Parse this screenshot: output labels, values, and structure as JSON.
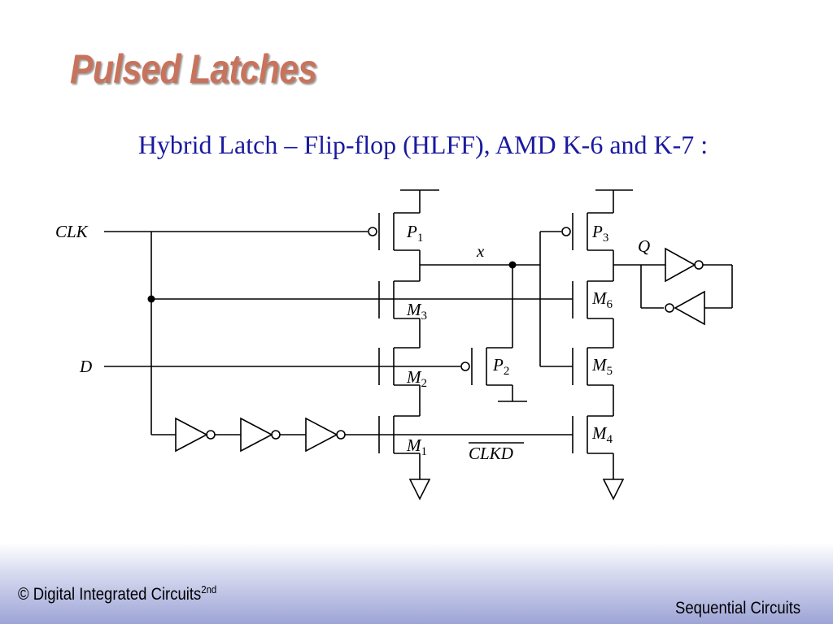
{
  "slide": {
    "title": "Pulsed Latches",
    "subtitle": "Hybrid Latch – Flip-flop (HLFF), AMD K-6 and K-7 :"
  },
  "circuit": {
    "signals": {
      "clk": "CLK",
      "d": "D",
      "x": "x",
      "q": "Q",
      "clkd": "CLKD"
    },
    "transistors": [
      {
        "id": "P1",
        "letter": "P",
        "sub": "1"
      },
      {
        "id": "M3",
        "letter": "M",
        "sub": "3"
      },
      {
        "id": "M2",
        "letter": "M",
        "sub": "2"
      },
      {
        "id": "M1",
        "letter": "M",
        "sub": "1"
      },
      {
        "id": "P2",
        "letter": "P",
        "sub": "2"
      },
      {
        "id": "P3",
        "letter": "P",
        "sub": "3"
      },
      {
        "id": "M6",
        "letter": "M",
        "sub": "6"
      },
      {
        "id": "M5",
        "letter": "M",
        "sub": "5"
      },
      {
        "id": "M4",
        "letter": "M",
        "sub": "4"
      }
    ]
  },
  "footer": {
    "left_text": "© Digital Integrated Circuits",
    "left_sup": "2nd",
    "right_text": "Sequential Circuits"
  }
}
